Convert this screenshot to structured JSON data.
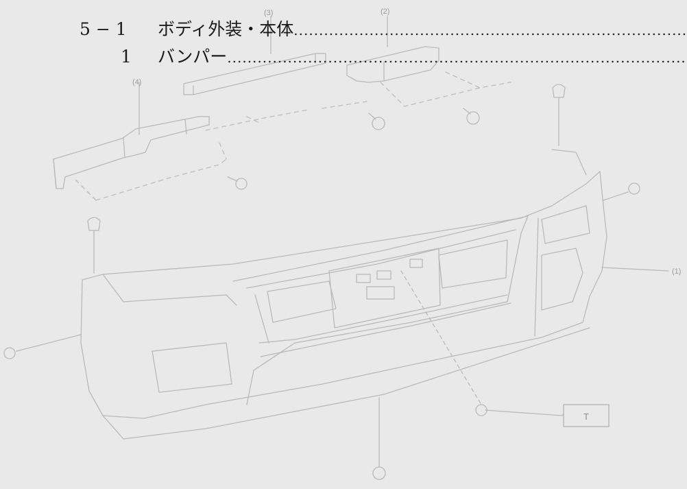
{
  "header": {
    "section_number": "5 − 1",
    "section_title": "ボディ外装・本体",
    "sub_number": "1",
    "sub_title": "バンパー",
    "leader": "..............................................................................................................................................."
  },
  "diagram": {
    "callouts": {
      "part_1": "(1)",
      "part_2": "(2)",
      "part_3": "(3)",
      "part_4": "(4)"
    },
    "tool_box_label": "T"
  },
  "colors": {
    "background": "#e9e9e9",
    "line_art": "#b8b8b8",
    "text": "#1a1a1a"
  }
}
